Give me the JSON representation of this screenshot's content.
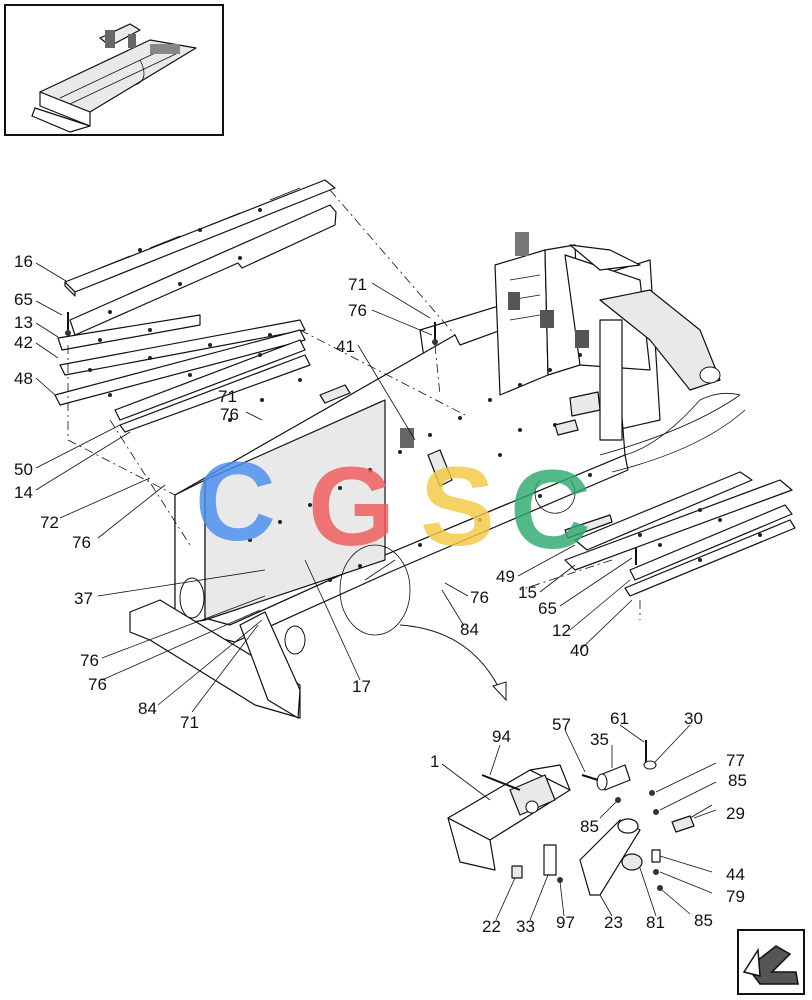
{
  "watermark": {
    "letters": [
      {
        "char": "C",
        "color": "#4a8ef0"
      },
      {
        "char": "G",
        "color": "#f05a5a"
      },
      {
        "char": "S",
        "color": "#f5c842"
      },
      {
        "char": "C",
        "color": "#2faa6e"
      }
    ]
  },
  "callouts": {
    "c16": "16",
    "c65a": "65",
    "c13": "13",
    "c42": "42",
    "c48": "48",
    "c50": "50",
    "c14": "14",
    "c72": "72",
    "c76a": "76",
    "c37": "37",
    "c76b": "76",
    "c76c": "76",
    "c84a": "84",
    "c71a": "71",
    "c71b": "71",
    "c76d": "76",
    "c71c": "71",
    "c76e": "76",
    "c41": "41",
    "c17": "17",
    "c76f": "76",
    "c84b": "84",
    "c49": "49",
    "c15": "15",
    "c65b": "65",
    "c12": "12",
    "c40": "40",
    "c1": "1",
    "c94": "94",
    "c57": "57",
    "c61": "61",
    "c30": "30",
    "c35": "35",
    "c77": "77",
    "c85a": "85",
    "c85b": "85",
    "c29": "29",
    "c44": "44",
    "c79": "79",
    "c85c": "85",
    "c22": "22",
    "c33": "33",
    "c97": "97",
    "c23": "23",
    "c81": "81"
  },
  "icons": {
    "thumbnail": "machine-overview-thumbnail",
    "navigation": "return-arrow-icon"
  }
}
